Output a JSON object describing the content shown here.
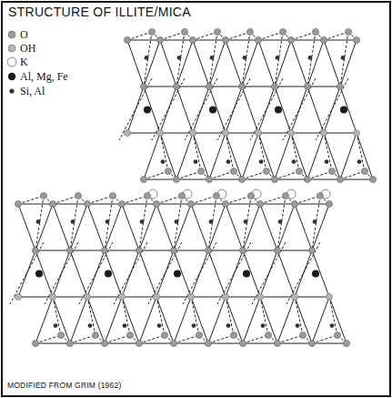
{
  "diagram": {
    "title": "STRUCTURE OF ILLITE/MICA",
    "caption": "MODIFIED FROM GRIM (1962)",
    "legend": [
      {
        "text": "O",
        "color": "#9a9a9a"
      },
      {
        "text": "OH",
        "color": "#b4b4b4"
      },
      {
        "text": "K"
      },
      {
        "text": "Al, Mg, Fe",
        "color": "#1a1a1a"
      },
      {
        "text": "Si, Al",
        "color": "#333333"
      }
    ]
  }
}
